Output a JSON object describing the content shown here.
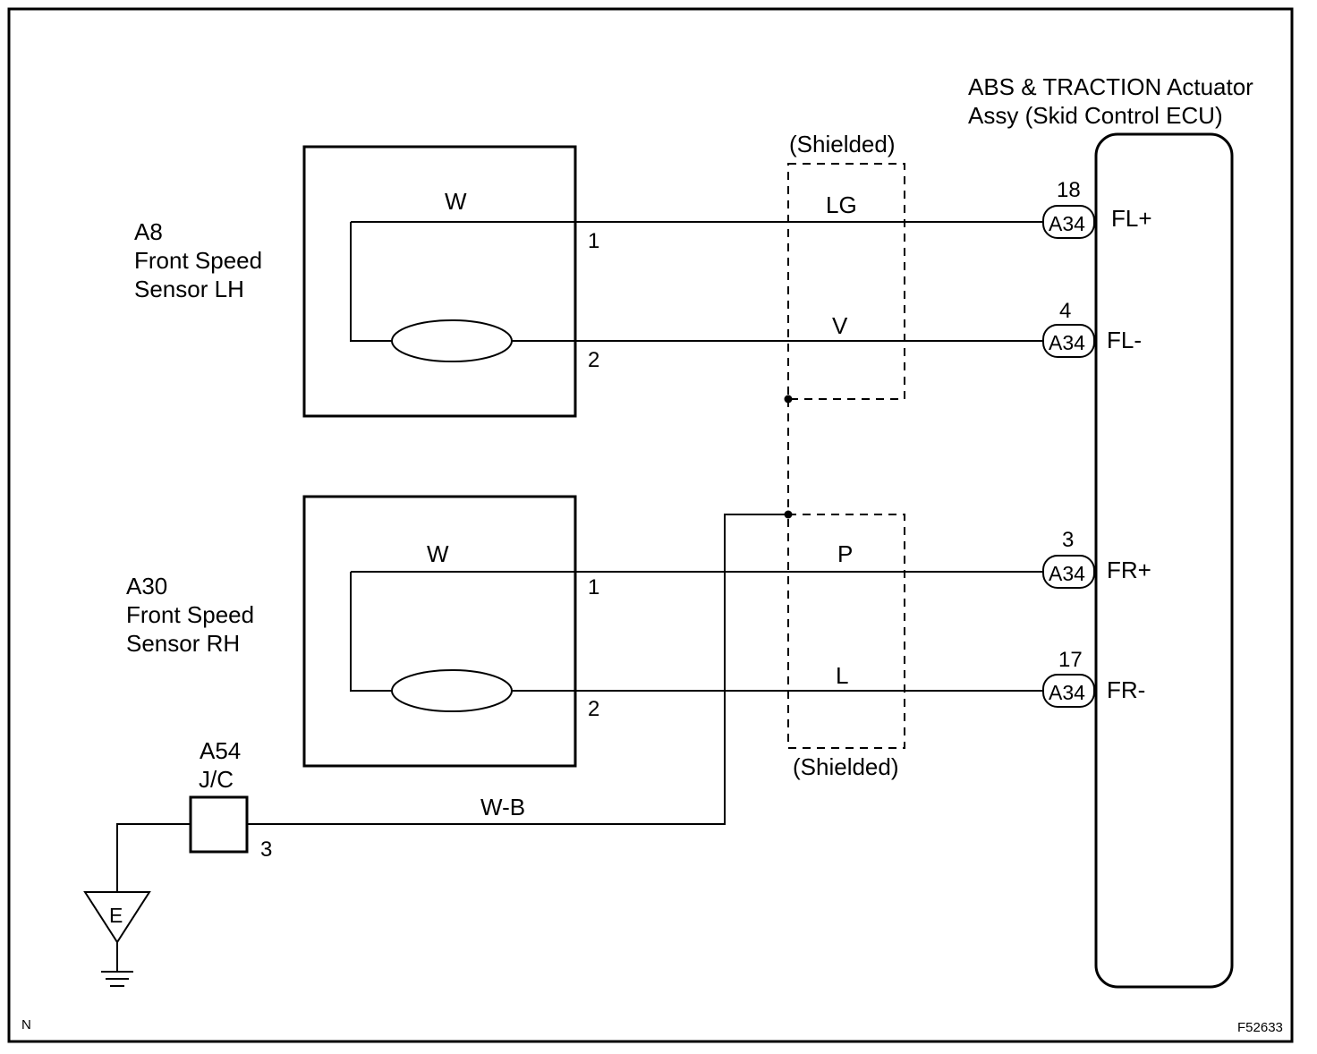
{
  "ecu": {
    "title_line1": "ABS & TRACTION Actuator",
    "title_line2": "Assy (Skid Control ECU)",
    "terminals": [
      {
        "pin": "18",
        "connector": "A34",
        "signal": "FL+"
      },
      {
        "pin": "4",
        "connector": "A34",
        "signal": "FL-"
      },
      {
        "pin": "3",
        "connector": "A34",
        "signal": "FR+"
      },
      {
        "pin": "17",
        "connector": "A34",
        "signal": "FR-"
      }
    ]
  },
  "sensor_lh": {
    "code": "A8",
    "name_line1": "Front Speed",
    "name_line2": "Sensor LH",
    "pin1": "1",
    "pin2": "2",
    "inner_wire": "W"
  },
  "sensor_rh": {
    "code": "A30",
    "name_line1": "Front Speed",
    "name_line2": "Sensor RH",
    "pin1": "1",
    "pin2": "2",
    "inner_wire": "W"
  },
  "wires": {
    "fl_plus": "LG",
    "fl_minus": "V",
    "fr_plus": "P",
    "fr_minus": "L",
    "ground": "W-B"
  },
  "shield": {
    "top_label": "(Shielded)",
    "bottom_label": "(Shielded)"
  },
  "junction": {
    "code": "A54",
    "type": "J/C",
    "pin": "3"
  },
  "ground_symbol": {
    "label": "E"
  },
  "corner_left": "N",
  "figure_id": "F52633"
}
